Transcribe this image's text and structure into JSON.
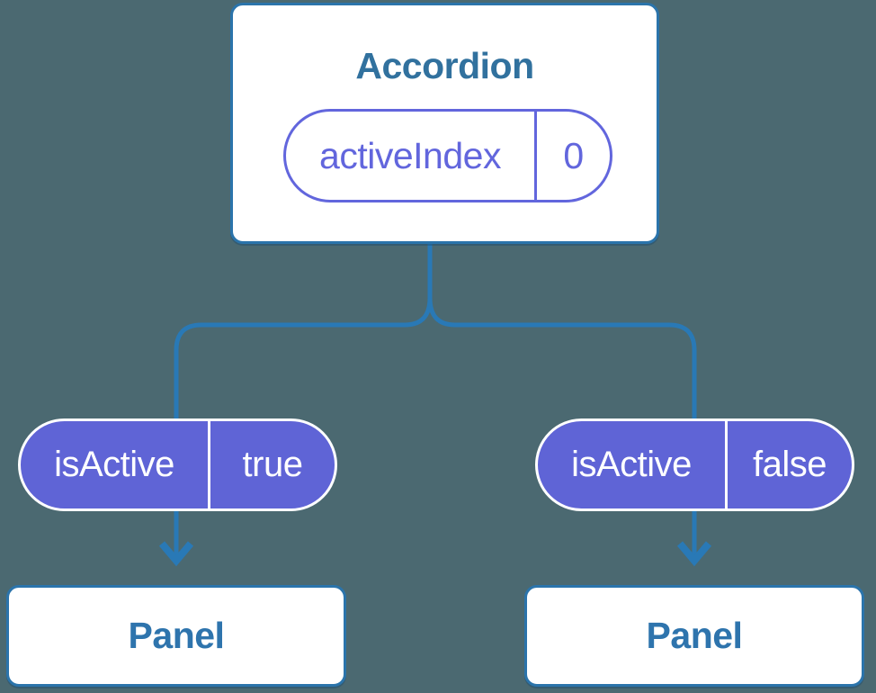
{
  "colors": {
    "background": "#4b6971",
    "box_border_blue": "#2b74ab",
    "connector_blue": "#2979b6",
    "title_blue": "#31719e",
    "panel_text_blue": "#2e74ad",
    "pill_purple_outline": "#6266dd",
    "pill_indigo_fill": "#5f64d6",
    "pill_text_white": "#ffffff",
    "box_fill": "#ffffff"
  },
  "accordion": {
    "title": "Accordion",
    "state": {
      "name": "activeIndex",
      "value": "0"
    }
  },
  "children": [
    {
      "prop": "isActive",
      "value": "true",
      "panel": "Panel"
    },
    {
      "prop": "isActive",
      "value": "false",
      "panel": "Panel"
    }
  ]
}
